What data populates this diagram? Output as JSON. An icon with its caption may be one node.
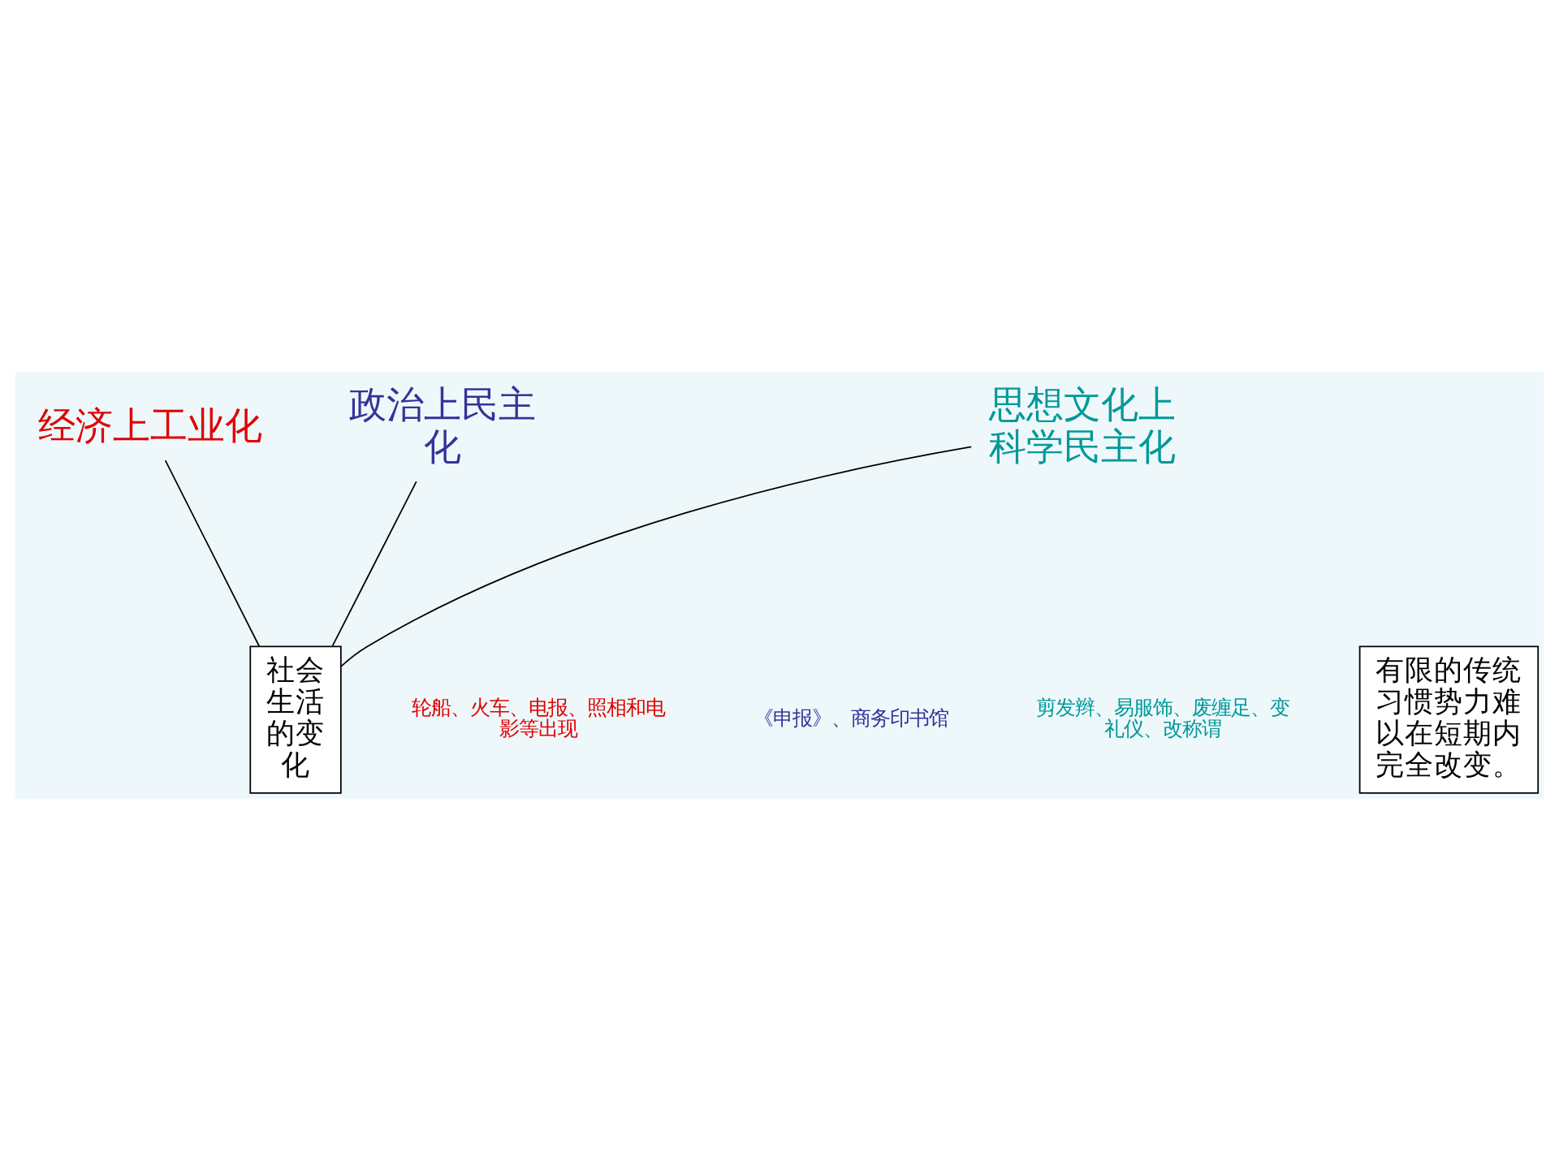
{
  "diagram": {
    "nodes": [
      {
        "text": [
          "经济上工业化"
        ]
      },
      {
        "text": [
          "政治上民主化"
        ]
      },
      {
        "text": [
          "思想文化上科学民主化"
        ]
      },
      {
        "text": [
          "社会生活的变化"
        ]
      },
      {
        "text": [
          "有限的传统习惯势力难以在短期内完全改变。"
        ]
      }
    ],
    "edges": [
      {
        "from": 3,
        "to": 0,
        "arrow": "none"
      },
      {
        "from": 3,
        "to": 1,
        "arrow": "none"
      },
      {
        "from": 3,
        "to": 2,
        "arrow": "none"
      }
    ],
    "labels": [
      "轮船、火车、电报、照相和电影等出现",
      "《申报》、商务印书馆",
      "剪发辫、易服饰、废缠足、变礼仪、改称谓"
    ]
  }
}
